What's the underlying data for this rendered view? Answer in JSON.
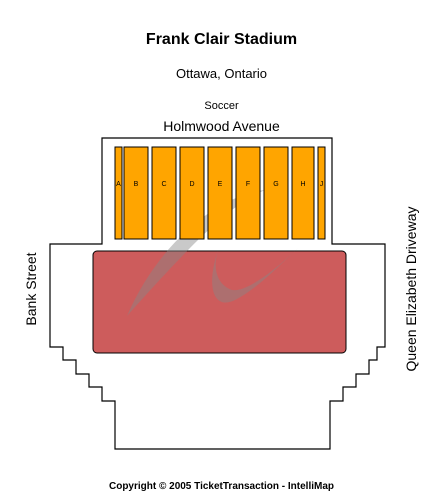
{
  "header": {
    "title": "Frank Clair Stadium",
    "location": "Ottawa, Ontario",
    "event": "Soccer"
  },
  "streets": {
    "top": "Holmwood Avenue",
    "left": "Bank Street",
    "right": "Queen Elizabeth Driveway"
  },
  "sections": [
    {
      "id": "A",
      "label": "A"
    },
    {
      "id": "B",
      "label": "B"
    },
    {
      "id": "C",
      "label": "C"
    },
    {
      "id": "D",
      "label": "D"
    },
    {
      "id": "E",
      "label": "E"
    },
    {
      "id": "F",
      "label": "F"
    },
    {
      "id": "G",
      "label": "G"
    },
    {
      "id": "H",
      "label": "H"
    },
    {
      "id": "J",
      "label": "J"
    }
  ],
  "colors": {
    "section_fill": "#FFA500",
    "field_fill": "#CD5C5C",
    "outline": "#000000",
    "watermark": "#888888"
  },
  "footer": {
    "copyright": "Copyright © 2005 TicketTransaction - IntelliMap"
  }
}
